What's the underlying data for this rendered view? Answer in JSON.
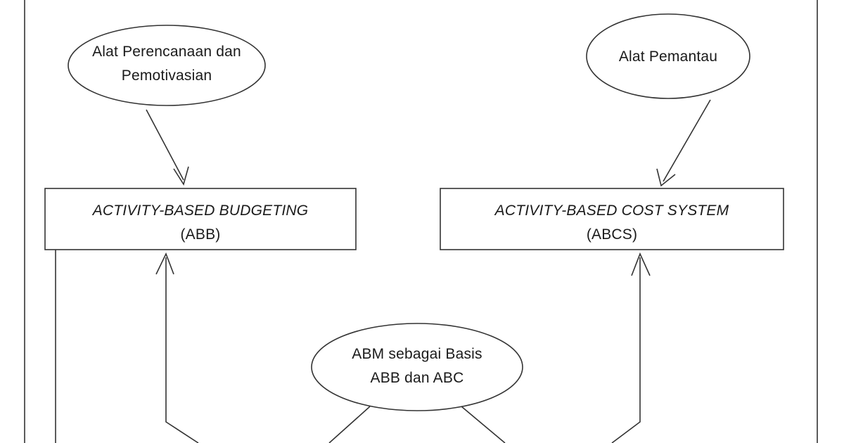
{
  "nodes": {
    "planning_tool": {
      "line1": "Alat Perencanaan dan",
      "line2": "Pemotivasian"
    },
    "monitoring_tool": {
      "line1": "Alat Pemantau"
    },
    "abb_box": {
      "line1": "ACTIVITY-BASED BUDGETING",
      "line2": "(ABB)"
    },
    "abcs_box": {
      "line1": "ACTIVITY-BASED COST SYSTEM",
      "line2": "(ABCS)"
    },
    "abm_basis": {
      "line1": "ABM sebagai Basis",
      "line2": "ABB dan ABC"
    }
  },
  "colors": {
    "stroke": "#333333",
    "text": "#1a1a1a",
    "background": "#ffffff"
  }
}
